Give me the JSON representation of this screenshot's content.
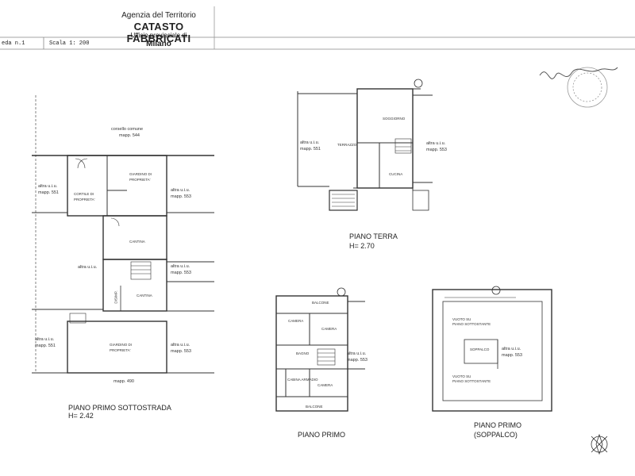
{
  "header": {
    "agency": "Agenzia del Territorio",
    "catasto": "CATASTO FABBRICATI",
    "ufficio": "Ufficio provinciale di",
    "city": "Milano",
    "scheda": "eda n.1",
    "scale": "Scala 1: 200"
  },
  "plan_sottostrada": {
    "cortile_comune_1": "corsello comune",
    "cortile_comune_2": "mapp. 544",
    "left_top_1": "altra u.i.u.",
    "left_top_2": "mapp. 551",
    "cortile_1": "CORTILE DI",
    "cortile_2": "PROPRIETA'",
    "giardino_top_1": "GIARDINO DI",
    "giardino_top_2": "PROPRIETA'",
    "right_top_1": "altra u.i.u.",
    "right_top_2": "mapp. 553",
    "cantina_1": "CANTINA",
    "mid_left": "altra u.i.u.",
    "right_mid_1": "altra u.i.u.",
    "right_mid_2": "mapp. 553",
    "cantina_2": "CANTINA",
    "disimp": "DISIMP.",
    "left_bot_1": "altra u.i.u.",
    "left_bot_2": "mapp. 551",
    "giardino_bot_1": "GIARDINO DI",
    "giardino_bot_2": "PROPRIETA'",
    "right_bot_1": "altra u.i.u.",
    "right_bot_2": "mapp. 553",
    "bottom_mapp": "mapp. 490",
    "title": "PIANO PRIMO SOTTOSTRADA",
    "height": "H= 2.42"
  },
  "plan_terra": {
    "left_1": "altra u.i.u.",
    "left_2": "mapp. 551",
    "terrazzo": "TERRAZZO",
    "soggiorno": "SOGGIORNO",
    "cucina": "CUCINA",
    "right_1": "altra u.i.u.",
    "right_2": "mapp. 553",
    "title": "PIANO TERRA",
    "height": "H= 2.70"
  },
  "plan_primo": {
    "balcone_top": "BALCONE",
    "camera_1": "CAMERA",
    "camera_2": "CAMERA",
    "camera_3": "CAMERA",
    "bagno": "BAGNO",
    "cabina": "CABINA ARMADIO",
    "right_1": "altra u.i.u.",
    "right_2": "mapp. 553",
    "balcone_bot": "BALCONE",
    "title": "PIANO PRIMO"
  },
  "plan_soppalco": {
    "vuoto_top_1": "VUOTO SU",
    "vuoto_top_2": "PIANO SOTTOSTANTE",
    "soppalco": "SOPPALCO",
    "vuoto_bot_1": "VUOTO SU",
    "vuoto_bot_2": "PIANO SOTTOSTANTE",
    "right_1": "altra u.i.u.",
    "right_2": "mapp. 553",
    "title_1": "PIANO PRIMO",
    "title_2": "(SOPPALCO)"
  }
}
